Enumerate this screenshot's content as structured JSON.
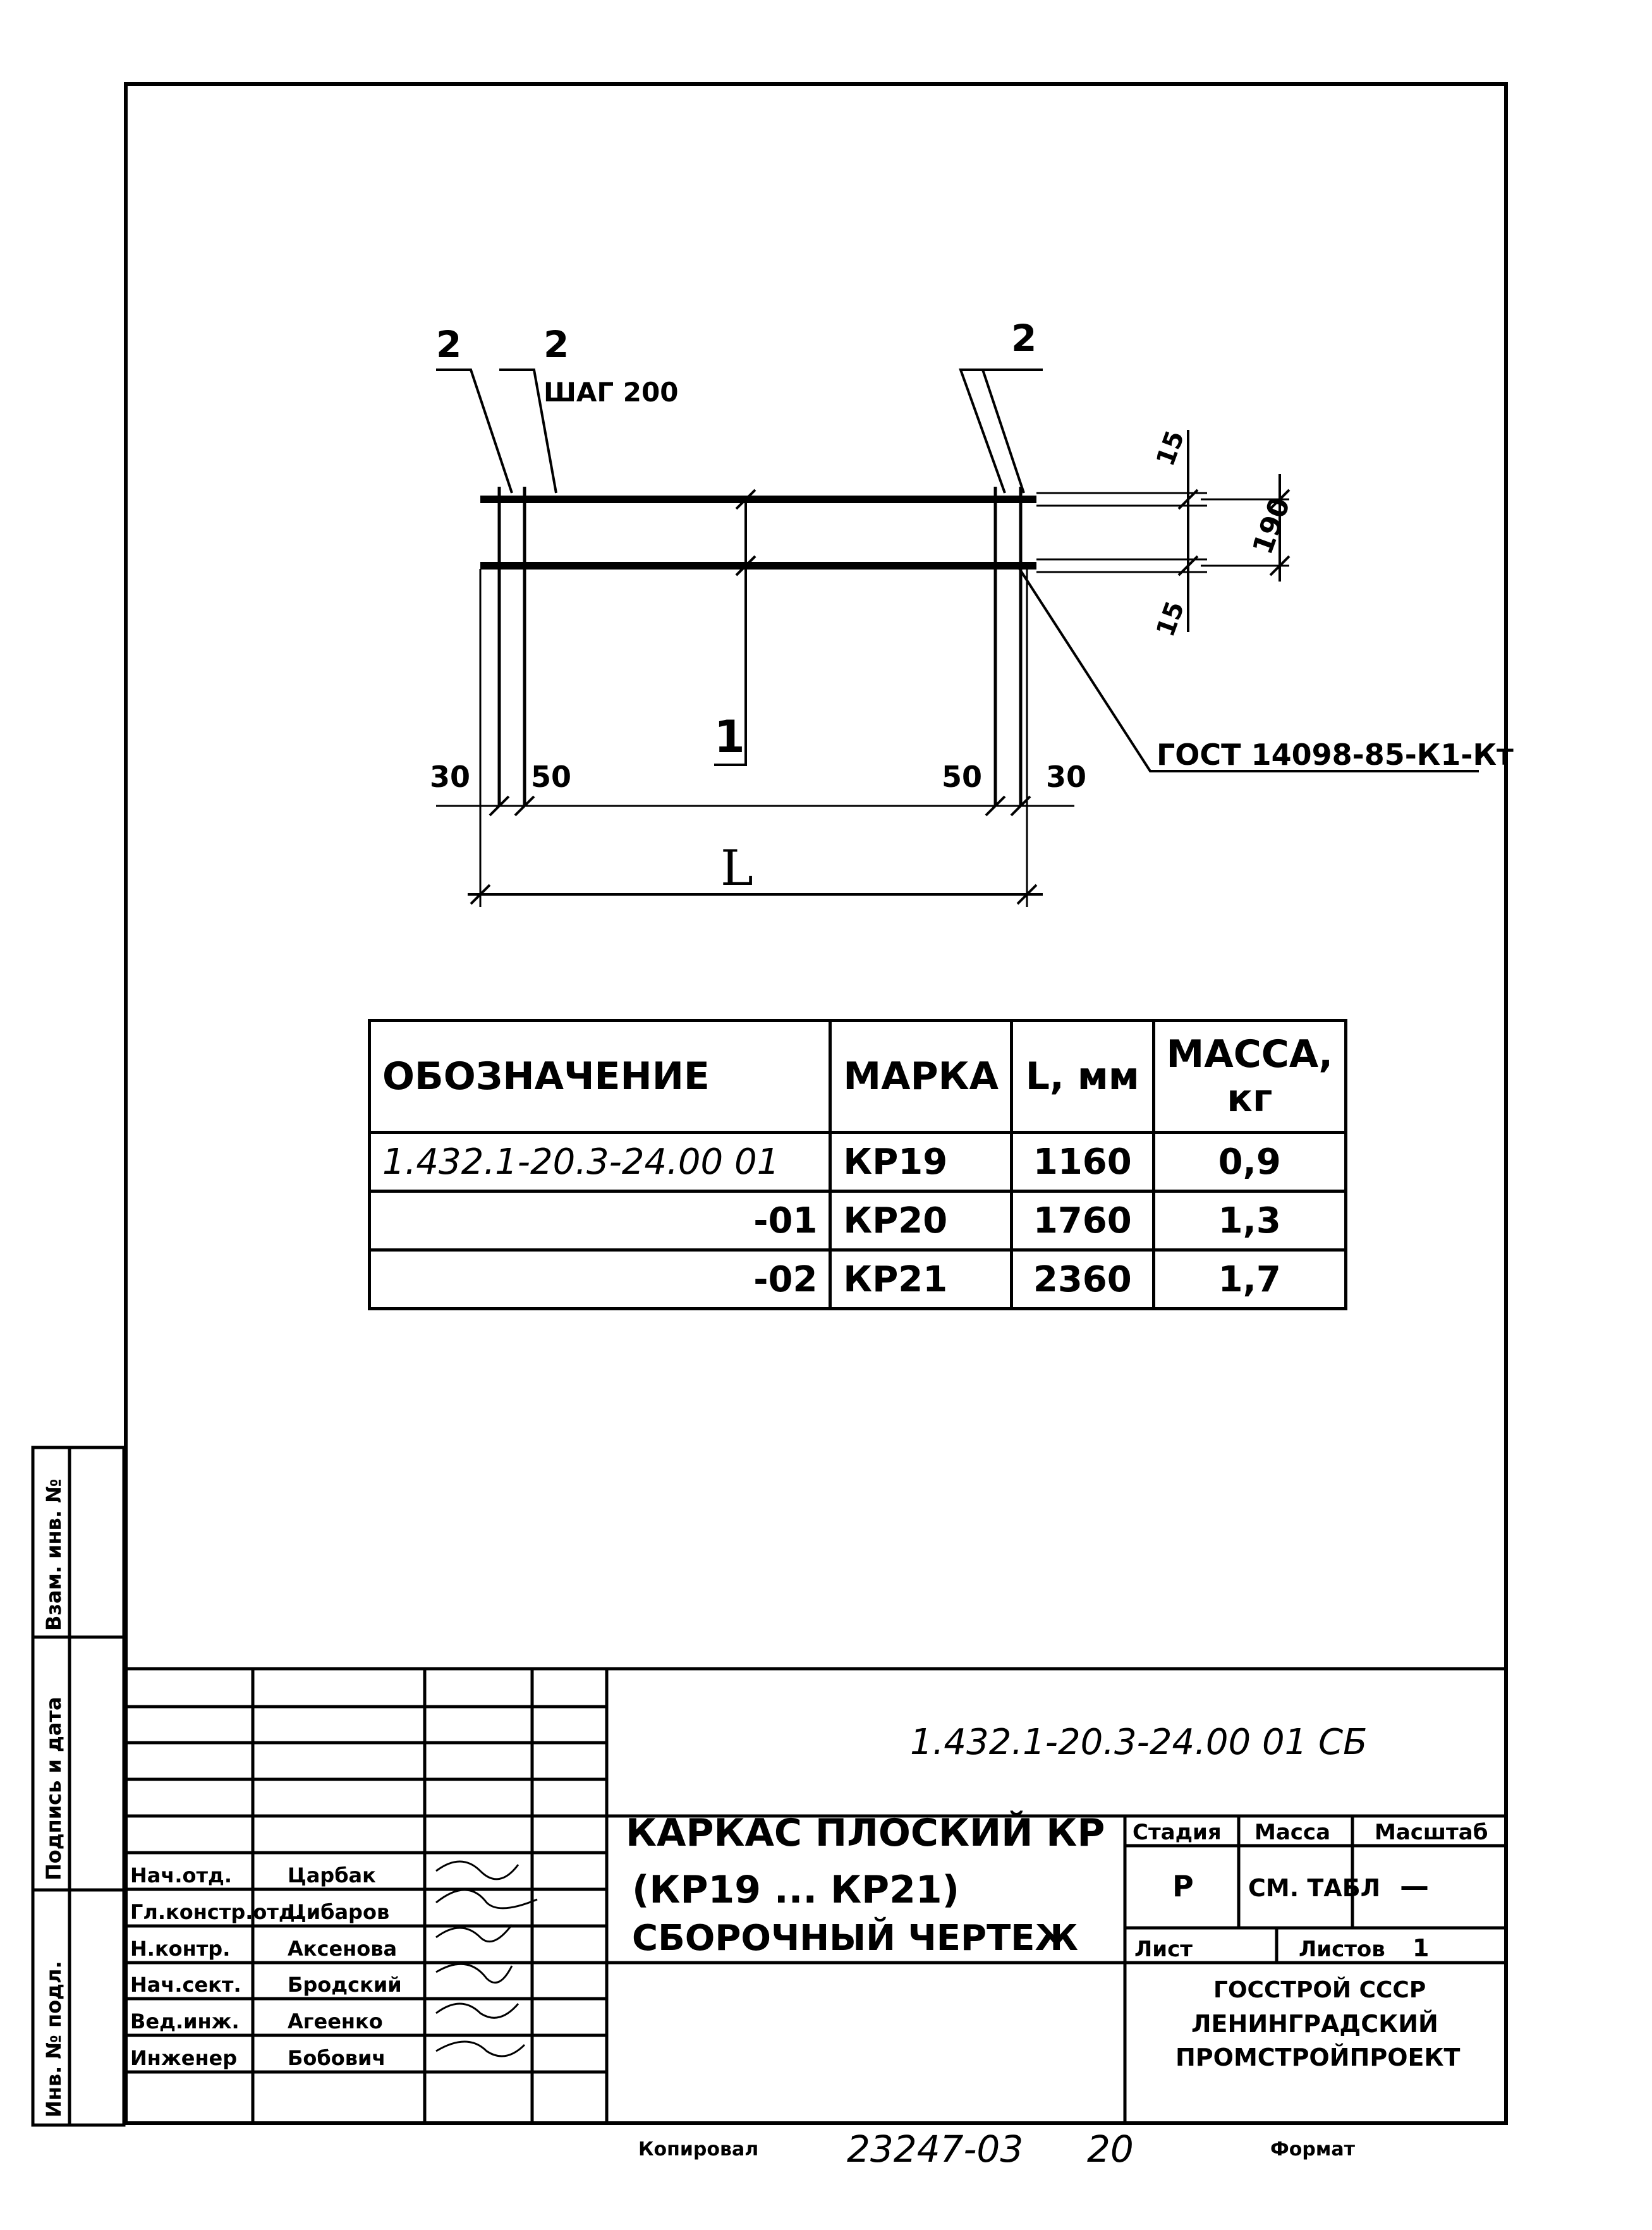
{
  "drawing": {
    "callout_2_left_a": "2",
    "callout_2_left_b": "2",
    "step_label": "ШАГ 200",
    "callout_2_right": "2",
    "callout_1": "1",
    "dim_15_top": "15",
    "dim_190": "190",
    "dim_15_bottom": "15",
    "gost_label": "ГОСТ 14098-85-К1-Кт",
    "dim_30_left": "30",
    "dim_50_left": "50",
    "dim_50_right": "50",
    "dim_30_right": "30",
    "dim_L": "L"
  },
  "spec_table": {
    "headers": [
      "ОБОЗНАЧЕНИЕ",
      "МАРКА",
      "L, мм",
      "МАССА, кг"
    ],
    "rows": [
      {
        "designation": "1.432.1-20.3-24.00 01",
        "mark": "КР19",
        "length": "1160",
        "mass": "0,9"
      },
      {
        "designation": "-01",
        "mark": "КР20",
        "length": "1760",
        "mass": "1,3"
      },
      {
        "designation": "-02",
        "mark": "КР21",
        "length": "2360",
        "mass": "1,7"
      }
    ]
  },
  "title_block": {
    "doc_code": "1.432.1-20.3-24.00 01 СБ",
    "title_line1": "КАРКАС ПЛОСКИЙ КР",
    "title_line2": "(КР19 ... КР21)",
    "title_line3": "СБОРОЧНЫЙ ЧЕРТЕЖ",
    "stage_label": "Стадия",
    "mass_label": "Масса",
    "scale_label": "Масштаб",
    "stage_value": "Р",
    "mass_value": "СМ. ТАБЛ",
    "scale_value": "—",
    "sheet_label": "Лист",
    "sheets_label": "Листов",
    "sheets_value": "1",
    "org_line1": "ГОССТРОЙ СССР",
    "org_line2": "ЛЕНИНГРАДСКИЙ",
    "org_line3": "ПРОМСТРОЙПРОЕКТ",
    "signatories": [
      {
        "role": "Нач.отд.",
        "name": "Царбак"
      },
      {
        "role": "Гл.констр.отд.",
        "name": "Цибаров"
      },
      {
        "role": "Н.контр.",
        "name": "Аксенова"
      },
      {
        "role": "Нач.сект.",
        "name": "Бродский"
      },
      {
        "role": "Вед.инж.",
        "name": "Агеенко"
      },
      {
        "role": "Инженер",
        "name": "Бобович"
      }
    ]
  },
  "side_strip": {
    "label1": "Взам. инв. №",
    "label2": "Подпись и дата",
    "label3": "Инв. № подл."
  },
  "footer": {
    "copied_label": "Копировал",
    "number": "23247-03",
    "page": "20",
    "format_label": "Формат"
  }
}
